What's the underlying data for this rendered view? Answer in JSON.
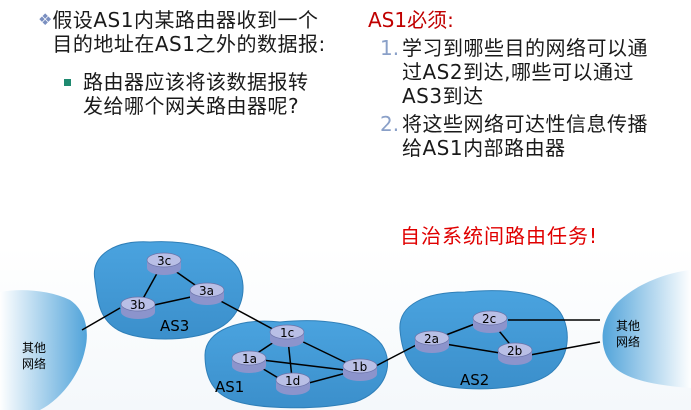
{
  "left": {
    "bullet_text": "假设AS1内某路由器收到一个目的地址在AS1之外的数据报:",
    "sub_text": "路由器应该将该数据报转发给哪个网关路由器呢?"
  },
  "right": {
    "heading": "AS1必须:",
    "items": [
      {
        "num": "1.",
        "text": "学习到哪些目的网络可以通过AS2到达,哪些可以通过AS3到达"
      },
      {
        "num": "2.",
        "text": "将这些网络可达性信息传播给AS1内部路由器"
      }
    ]
  },
  "task_text": "自治系统间路由任务!",
  "diagram": {
    "as_labels": {
      "as3": "AS3",
      "as1": "AS1",
      "as2": "AS2"
    },
    "other_networks_left": [
      "其他",
      "网络"
    ],
    "other_networks_right": [
      "其他",
      "网络"
    ],
    "routers": {
      "r3c": "3c",
      "r3a": "3a",
      "r3b": "3b",
      "r1c": "1c",
      "r1a": "1a",
      "r1d": "1d",
      "r1b": "1b",
      "r2a": "2a",
      "r2c": "2c",
      "r2b": "2b"
    },
    "colors": {
      "cloud": "#4aa3df",
      "router_top": "#b9bfe6",
      "router_side": "#8c94cc"
    }
  }
}
